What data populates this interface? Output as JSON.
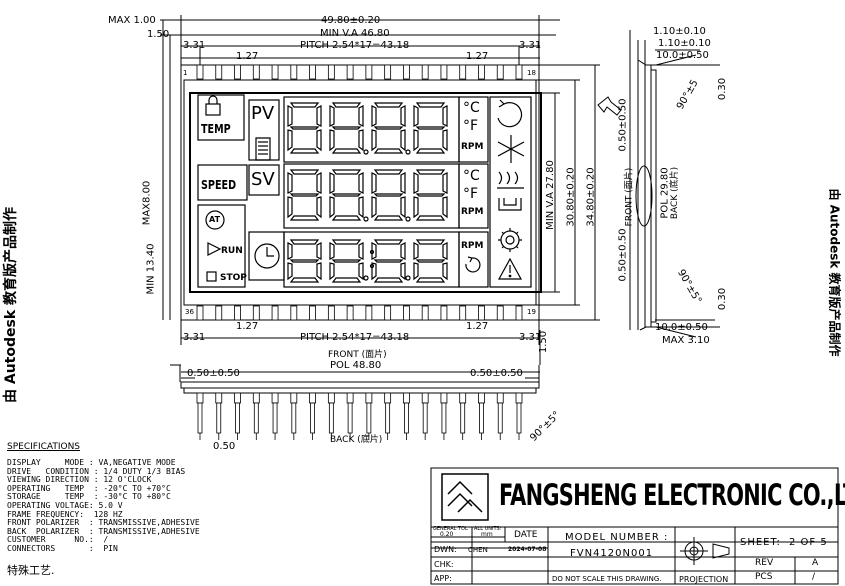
{
  "dimensions": {
    "max_height_left": "MAX 1.00",
    "step_left": "1.50",
    "overall_width": "49.80±0.20",
    "min_va_width": "MIN V.A 46.80",
    "edge_left": "3.31",
    "edge_right": "3.31",
    "pitch": "PITCH 2.54*17=43.18",
    "pin_width_left": "1.27",
    "pin_width_right": "1.27",
    "max_8": "MAX8.00",
    "min_13": "MIN 13.40",
    "min_va_height": "MIN V.A 27.80",
    "height_inner": "30.80±0.20",
    "height_outer": "34.80±0.20",
    "pitch_bottom": "PITCH 2.54*17=43.18",
    "edge_bottom_left": "3.31",
    "edge_bottom_right": "3.31",
    "pin_bottom_left": "1.27",
    "pin_bottom_right": "1.27",
    "tail_1_50": "1.50",
    "pin_1_label": "1",
    "pin_18_label": "18",
    "pin_36_label": "36",
    "pin_19_label": "19"
  },
  "side_view": {
    "t1": "1.10±0.10",
    "t2": "1.10±0.10",
    "t3": "10.0±0.50",
    "angle_top": "90°±5",
    "gap_top": "0.30",
    "front_offset_top": "0.50±0.50",
    "front_offset_bottom": "0.50±0.50",
    "front_label": "FRONT (面片)",
    "pol_label": "POL 29.80",
    "back_label": "BACK (底片)",
    "angle_bottom": "90°±5°",
    "gap_bottom": "0.30",
    "bottom_width": "10.0±0.50",
    "max_thick": "MAX 3.10"
  },
  "bottom_view": {
    "front_label": "FRONT (面片)",
    "pol_label": "POL 48.80",
    "offset_left": "0.50±0.50",
    "offset_right": "0.50±0.50",
    "pin_thick": "0.50",
    "back_label": "BACK (底片)",
    "angle": "90°±5°"
  },
  "lcd": {
    "temp": "TEMP",
    "pv": "PV",
    "speed": "SPEED",
    "sv": "SV",
    "at": "AT",
    "run": "RUN",
    "stop": "STOP",
    "celsius": "°C",
    "fahrenheit": "°F",
    "rpm": "RPM"
  },
  "specifications": {
    "title": "SPECIFICATIONS",
    "lines": [
      "DISPLAY     MODE : VA,NEGATIVE MODE",
      "DRIVE   CONDITION : 1/4 DUTY 1/3 BIAS",
      "VIEWING DIRECTION : 12 O'CLOCK",
      "OPERATING   TEMP  : -20°C TO +70°C",
      "STORAGE     TEMP  : -30°C TO +80°C",
      "OPERATING VOLTAGE: 5.0 V",
      "FRAME FREQUENCY:  128 HZ",
      "FRONT POLARIZER  : TRANSMISSIVE,ADHESIVE",
      "BACK  POLARIZER  : TRANSMISSIVE,ADHESIVE",
      "CUSTOMER      NO.:  /",
      "CONNECTORS       :  PIN"
    ]
  },
  "title_block": {
    "company": "FANGSHENG ELECTRONIC CO.,LTD",
    "general_tol_label": "GENERAL TOL",
    "general_tol_value": "0.20",
    "all_units_label": "ALL UNITS:",
    "all_units_value": "mm",
    "date_label": "DATE",
    "model_label": "MODEL NUMBER :",
    "model_value": "FVN4120N001",
    "sheet_label": "SHEET:",
    "sheet_value": "2 OF 5",
    "dwn_label": "DWN:",
    "dwn_value": "CHEN",
    "dwn_date": "2024-07-08",
    "rev_label": "REV",
    "rev_value": "A",
    "chk_label": "CHK:",
    "app_label": "APP:",
    "pcs_label": "PCS",
    "pcs_value": "/",
    "note": "DO NOT SCALE THIS DRAWING.",
    "projection": "PROJECTION"
  },
  "watermark_left": "由 Autodesk 教育版产品制作",
  "watermark_right": "由 Autodesk 教育版产品制作",
  "footer_note": "特殊工艺."
}
